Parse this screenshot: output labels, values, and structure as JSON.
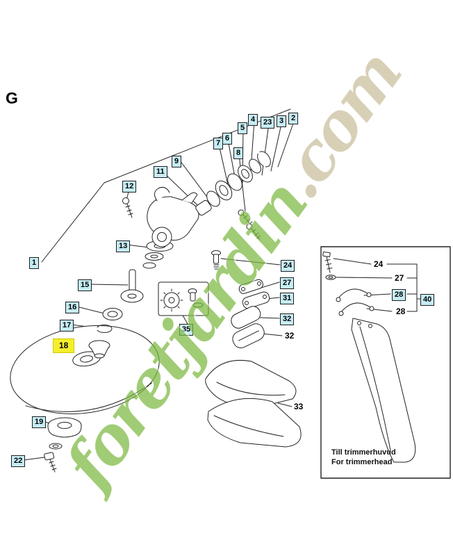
{
  "page": {
    "section_letter": "G",
    "watermark": {
      "text_main": "foretjardin",
      "text_suffix": ".com",
      "color_main": "#7cb942",
      "color_suffix": "#c9bf9c"
    }
  },
  "colors": {
    "callout_background": "#c5ecf4",
    "highlight_background": "#f4ef2c",
    "line_art": "#222222"
  },
  "callouts": [
    "4",
    "23",
    "3",
    "2",
    "5",
    "6",
    "7",
    "8",
    "9",
    "11",
    "12",
    "13",
    "1",
    "15",
    "16",
    "17",
    "18",
    "19",
    "22",
    "24",
    "27",
    "31",
    "32",
    "32",
    "33",
    "35",
    "24",
    "27",
    "28",
    "40",
    "28"
  ],
  "inset": {
    "caption_line1": "Till trimmerhuvud",
    "caption_line2": "For trimmerhead"
  }
}
